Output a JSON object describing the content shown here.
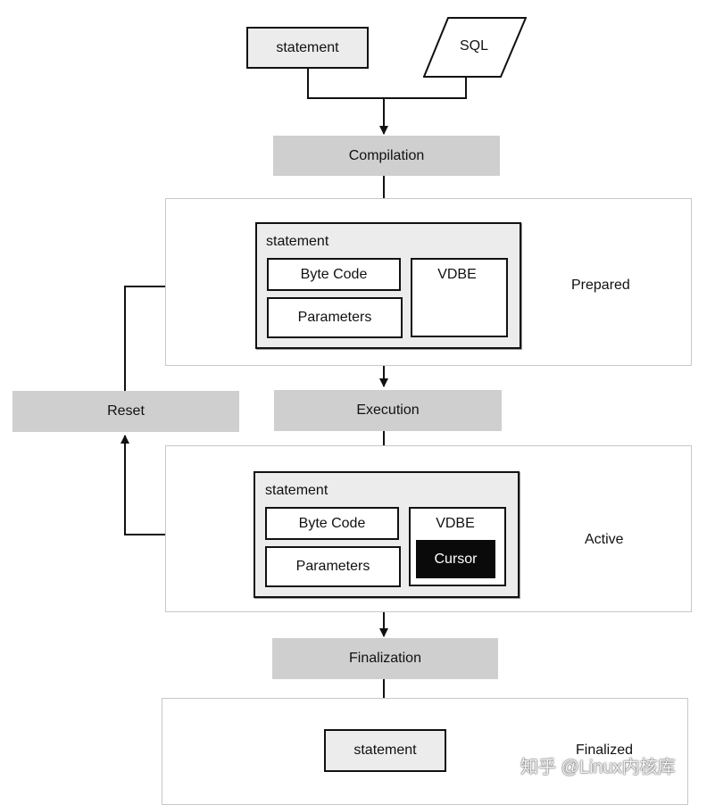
{
  "input": {
    "statement_label": "statement",
    "sql_label": "SQL"
  },
  "phases": {
    "compilation": "Compilation",
    "execution": "Execution",
    "finalization": "Finalization",
    "reset": "Reset"
  },
  "prepared": {
    "state_label": "Prepared",
    "statement_title": "statement",
    "byte_code": "Byte Code",
    "parameters": "Parameters",
    "vdbe": "VDBE"
  },
  "active": {
    "state_label": "Active",
    "statement_title": "statement",
    "byte_code": "Byte Code",
    "parameters": "Parameters",
    "vdbe": "VDBE",
    "cursor": "Cursor"
  },
  "finalized": {
    "state_label": "Finalized",
    "statement_label": "statement"
  },
  "watermark": "知乎 @Linux内核库"
}
